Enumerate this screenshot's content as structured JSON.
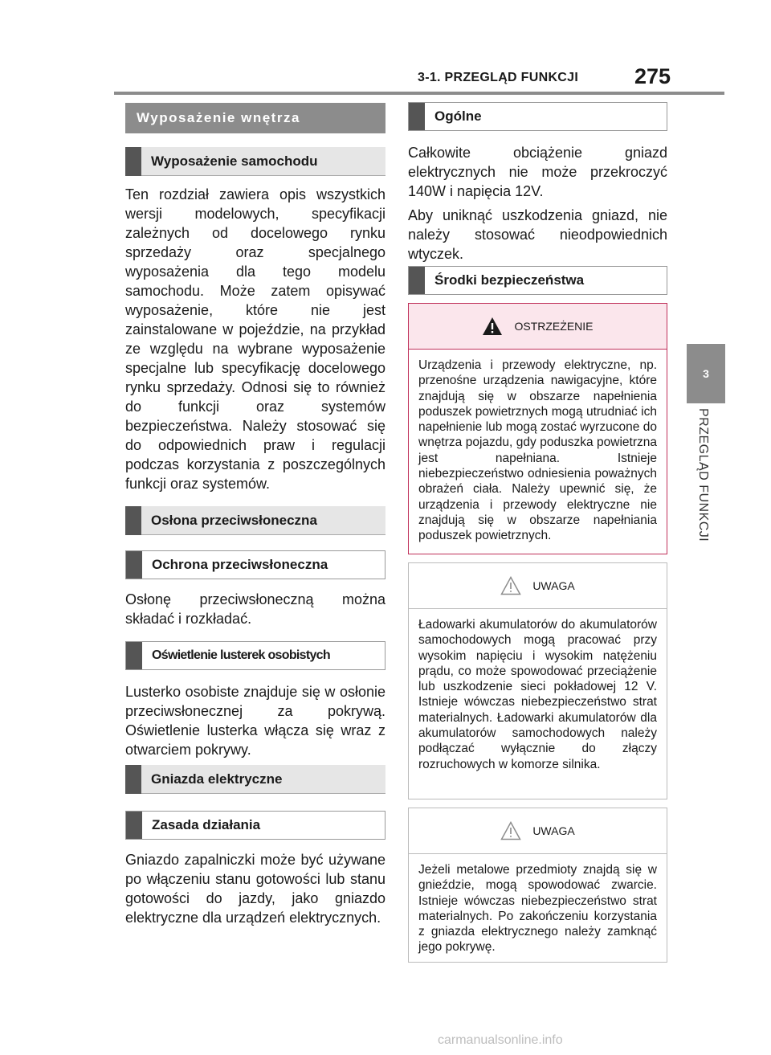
{
  "header": {
    "section_title": "3-1. PRZEGLĄD FUNKCJI",
    "page_number": "275"
  },
  "side_tab": {
    "chapter_number": "3",
    "chapter_title": "PRZEGLĄD FUNKCJI"
  },
  "left": {
    "main_heading": "Wyposażenie wnętrza",
    "sub_vehicle": "Wyposażenie samochodu",
    "vehicle_text": "Ten rozdział zawiera opis wszystkich wersji modelowych, specyfikacji zależnych od docelowego rynku sprzedaży oraz specjalnego wyposażenia dla tego modelu samochodu. Może zatem opisywać wyposażenie, które nie jest zainstalowane w pojeździe, na przykład ze względu na wybrane wyposażenie specjalne lub specyfikację docelowego rynku sprzedaży. Odnosi się to również do funkcji oraz systemów bezpieczeństwa. Należy stosować się do odpowiednich praw i regulacji podczas korzystania z poszczególnych funkcji oraz systemów.",
    "sub_sunvisor": "Osłona przeciwsłoneczna",
    "box_sunprotect": "Ochrona przeciwsłoneczna",
    "sunprotect_text": "Osłonę przeciwsłoneczną można składać i rozkładać.",
    "box_mirror": "Oświetlenie lusterek osobistych",
    "mirror_text": "Lusterko osobiste znajduje się w osłonie przeciwsłonecznej za pokrywą. Oświetlenie lusterka włącza się wraz z otwarciem pokrywy.",
    "sub_socket": "Gniazda elektryczne",
    "box_principle": "Zasada działania",
    "principle_text": "Gniazdo zapalniczki może być używane po włączeniu stanu gotowości lub stanu gotowości do jazdy, jako gniazdo elektryczne dla urządzeń elektrycznych."
  },
  "right": {
    "box_general": "Ogólne",
    "general_text1": "Całkowite obciążenie gniazd elektrycznych nie może przekroczyć 140W i napięcia 12V.",
    "general_text2": "Aby uniknąć uszkodzenia gniazd, nie należy stosować nieodpowiednich wtyczek.",
    "box_safety": "Środki bezpieczeństwa",
    "warning": {
      "title": "OSTRZEŻENIE",
      "text": "Urządzenia i przewody elektryczne, np. przenośne urządzenia nawigacyjne, które znajdują się w obszarze napełnienia poduszek powietrznych mogą utrudniać ich napełnienie lub mogą zostać wyrzucone do wnętrza pojazdu, gdy poduszka powietrzna jest napełniana. Istnieje niebezpieczeństwo odniesienia poważnych obrażeń ciała. Należy upewnić się, że urządzenia i przewody elektryczne nie znajdują się w obszarze napełniania poduszek powietrznych."
    },
    "notice1": {
      "title": "UWAGA",
      "text": "Ładowarki akumulatorów do akumulatorów samochodowych mogą pracować przy wysokim napięciu i wysokim natężeniu prądu, co może spowodować przeciążenie lub uszkodzenie sieci pokładowej 12 V. Istnieje wówczas niebezpieczeństwo strat materialnych. Ładowarki akumulatorów dla akumulatorów samochodowych należy podłączać wyłącznie do złączy rozruchowych w komorze silnika."
    },
    "notice2": {
      "title": "UWAGA",
      "text": "Jeżeli metalowe przedmioty znajdą się w gnieździe, mogą spowodować zwarcie. Istnieje wówczas niebezpieczeństwo strat materialnych. Po zakończeniu korzystania z gniazda elektrycznego należy zamknąć jego pokrywę."
    }
  },
  "footer": {
    "watermark": "carmanualsonline.info"
  }
}
